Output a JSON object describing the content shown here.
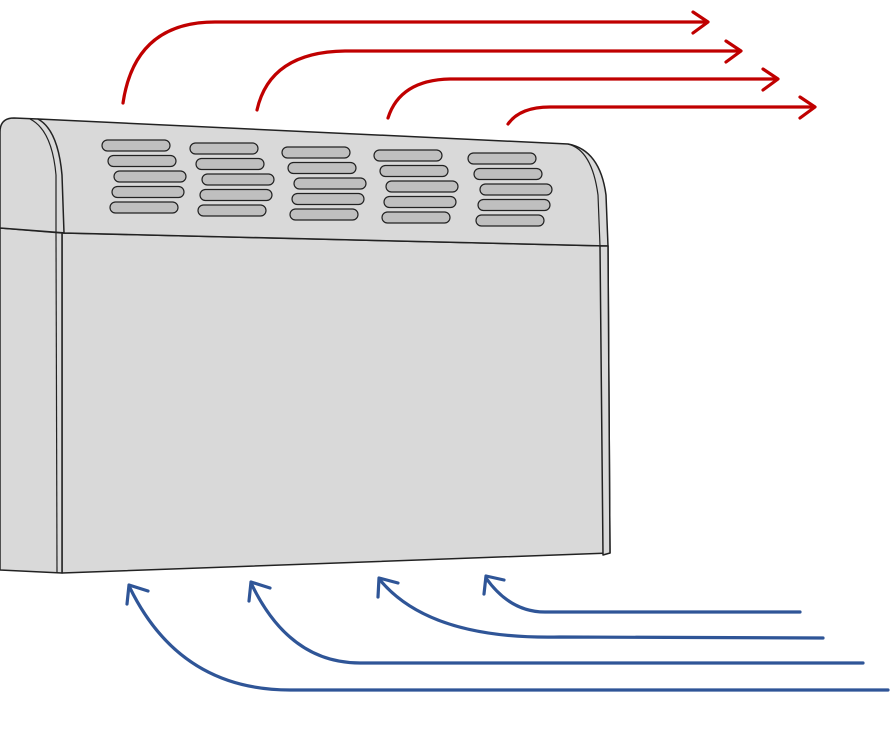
{
  "diagram": {
    "subject": "convector-heater",
    "colors": {
      "heater_body": "#d9d9d9",
      "heater_outline": "#222222",
      "vent_slot": "#bfbfbf",
      "hot_air": "#c00000",
      "cold_air": "#2f5597",
      "background": "#ffffff"
    },
    "hot_air_outlets": 4,
    "cold_air_inlets": 4,
    "vent_columns": 5,
    "vent_slots_per_column": 5
  }
}
